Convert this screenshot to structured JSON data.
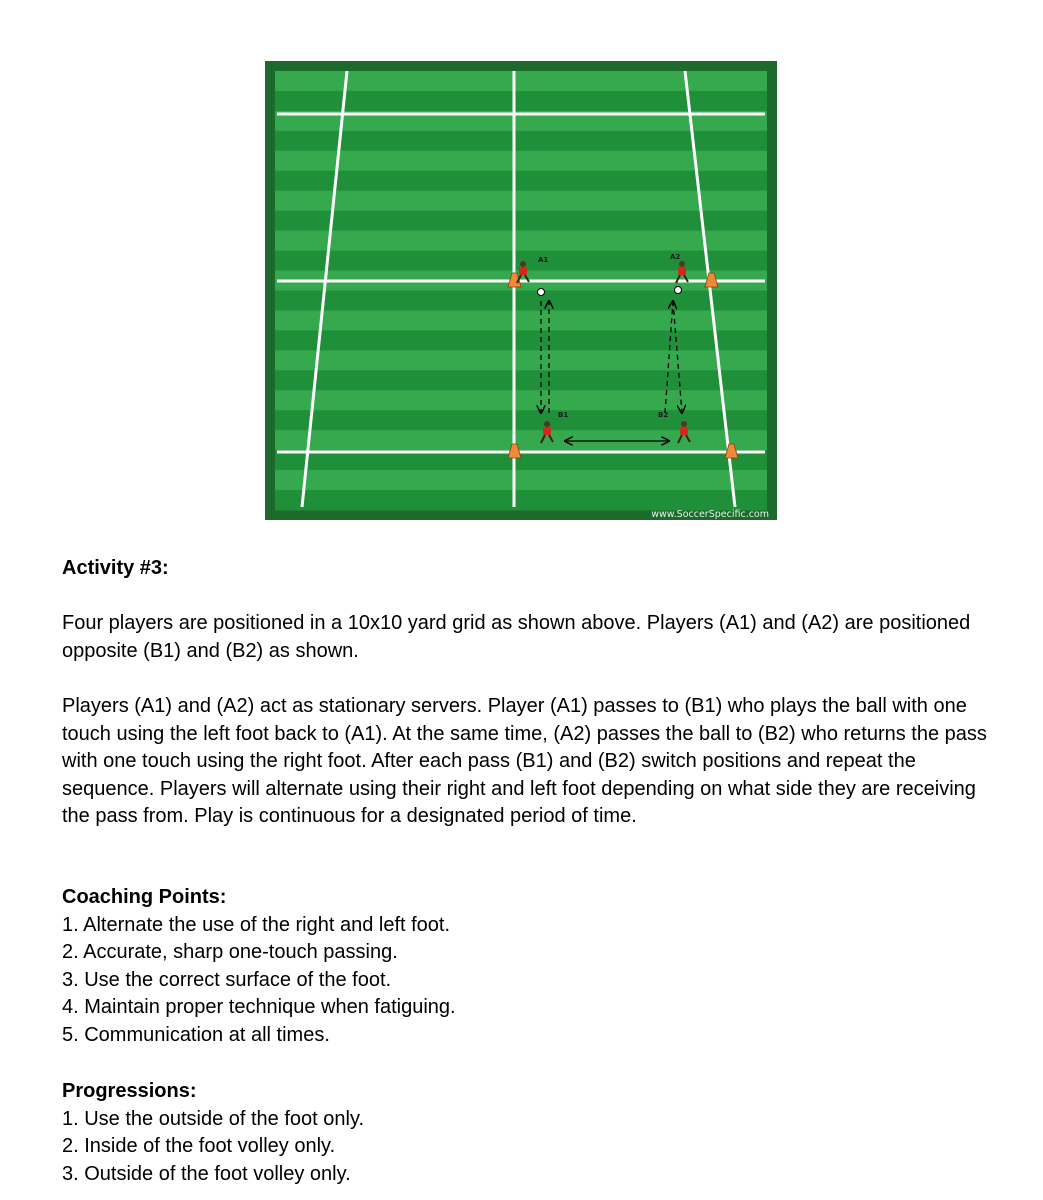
{
  "diagram": {
    "players": [
      {
        "label": "A1"
      },
      {
        "label": "A2"
      },
      {
        "label": "B1"
      },
      {
        "label": "B2"
      }
    ],
    "watermark": "www.SoccerSpecific.com",
    "colors": {
      "grass_dark": "#1f8f3a",
      "grass_light": "#36a84e",
      "border": "#1c6b2c",
      "lines": "#ffffff",
      "cone": "#f08a3a",
      "jersey": "#d8261c"
    }
  },
  "activity": {
    "title": "Activity #3:",
    "paragraph1": "Four players are positioned in a 10x10 yard grid as shown above.  Players (A1) and (A2) are positioned opposite (B1) and (B2) as shown.",
    "paragraph2": "Players (A1) and (A2) act as stationary servers.  Player (A1) passes to (B1) who plays the ball with one touch using the left foot back to (A1). At the same time, (A2) passes the ball to (B2) who returns the pass with one touch using the right foot. After each pass (B1) and (B2) switch positions and repeat the sequence.  Players will alternate using their right and left foot depending on what side they are receiving the pass from.  Play is continuous for a designated period of time."
  },
  "coaching": {
    "title": "Coaching Points:",
    "items": [
      "1. Alternate the use of the right and left foot.",
      "2. Accurate, sharp one-touch passing.",
      "3. Use the correct surface of the foot.",
      "4. Maintain proper technique when fatiguing.",
      "5. Communication at all times."
    ]
  },
  "progressions": {
    "title": "Progressions:",
    "items": [
      "1. Use the outside of the foot only.",
      "2. Inside of the foot volley only.",
      "3. Outside of the foot volley only."
    ]
  }
}
